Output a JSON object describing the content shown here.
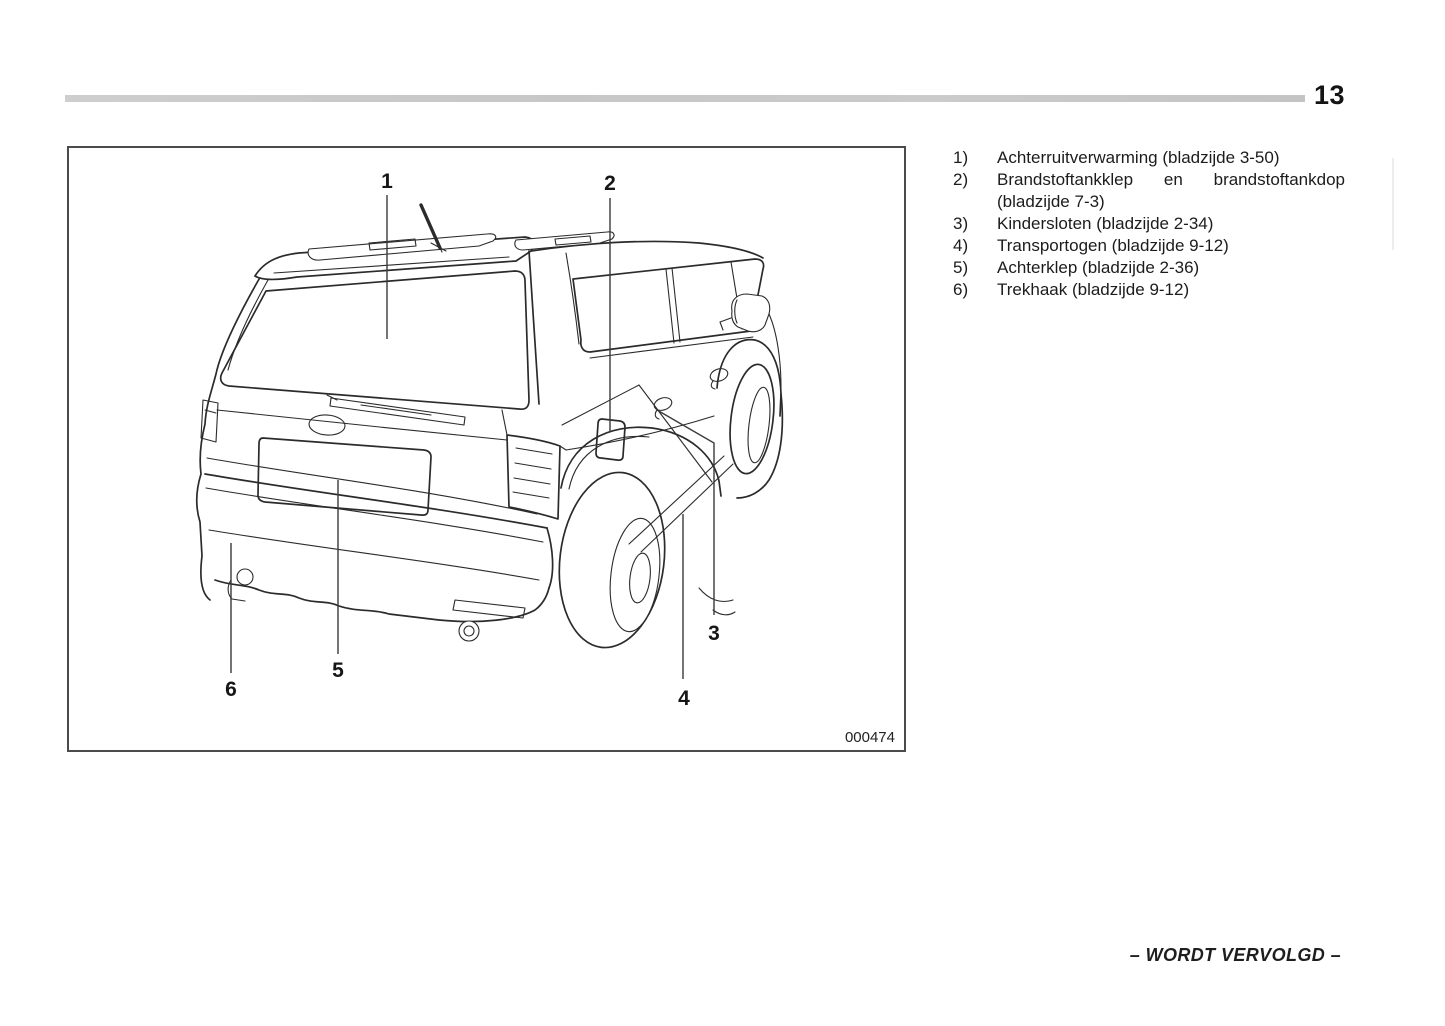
{
  "page": {
    "number": "13",
    "continued": "– WORDT VERVOLGD –"
  },
  "figure": {
    "code": "000474",
    "callouts": [
      "1",
      "2",
      "3",
      "4",
      "5",
      "6"
    ]
  },
  "legend": {
    "items": [
      {
        "num": "1)",
        "text": "Achterruitverwarming (bladzijde 3-50)"
      },
      {
        "num": "2)",
        "text": "Brandstoftankklep en brandstoftankdop (bladzijde 7-3)"
      },
      {
        "num": "3)",
        "text": "Kindersloten (bladzijde 2-34)"
      },
      {
        "num": "4)",
        "text": "Transportogen (bladzijde 9-12)"
      },
      {
        "num": "5)",
        "text": "Achterklep (bladzijde 2-36)"
      },
      {
        "num": "6)",
        "text": "Trekhaak (bladzijde 9-12)"
      }
    ]
  },
  "colors": {
    "background": "#ffffff",
    "text": "#1c1c1c",
    "header_rule": "#c9c9c9",
    "line_art": "#2b2b2b",
    "box_border": "#4b4b4b"
  }
}
